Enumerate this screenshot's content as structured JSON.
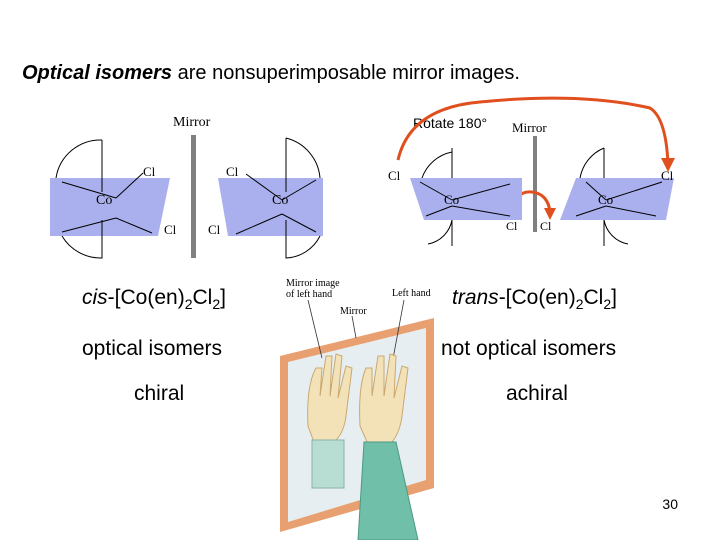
{
  "slide": {
    "heading_em": "Optical isomers",
    "heading_rest": " are nonsuperimposable mirror images.",
    "page_number": "30"
  },
  "left_diagram": {
    "mirror_label": "Mirror",
    "metal": "Co",
    "ligand_labels": [
      "Cl",
      "Cl",
      "Cl",
      "Cl"
    ]
  },
  "right_diagram": {
    "rotate_label": "Rotate 180°",
    "mirror_label": "Mirror",
    "metal": "Co",
    "ligand_labels": [
      "Cl",
      "Cl",
      "Cl",
      "Cl"
    ]
  },
  "cis": {
    "prefix": "cis",
    "formula_main": "-[Co(en)",
    "sub1": "2",
    "formula_mid": "Cl",
    "sub2": "2",
    "formula_end": "]",
    "line2": "optical isomers",
    "line3": "chiral"
  },
  "trans": {
    "prefix": "trans",
    "formula_main": "-[Co(en)",
    "sub1": "2",
    "formula_mid": "Cl",
    "sub2": "2",
    "formula_end": "]",
    "line2": "not optical isomers",
    "line3": "achiral"
  },
  "hand_figure": {
    "mirror_image_label_l1": "Mirror image",
    "mirror_image_label_l2": "of left hand",
    "left_hand_label": "Left hand",
    "mirror_label": "Mirror"
  },
  "colors": {
    "plane_fill": "#aab0ee",
    "mirror_bar": "#808080",
    "arrow": "#e0501e",
    "frame": "#e8a070"
  }
}
